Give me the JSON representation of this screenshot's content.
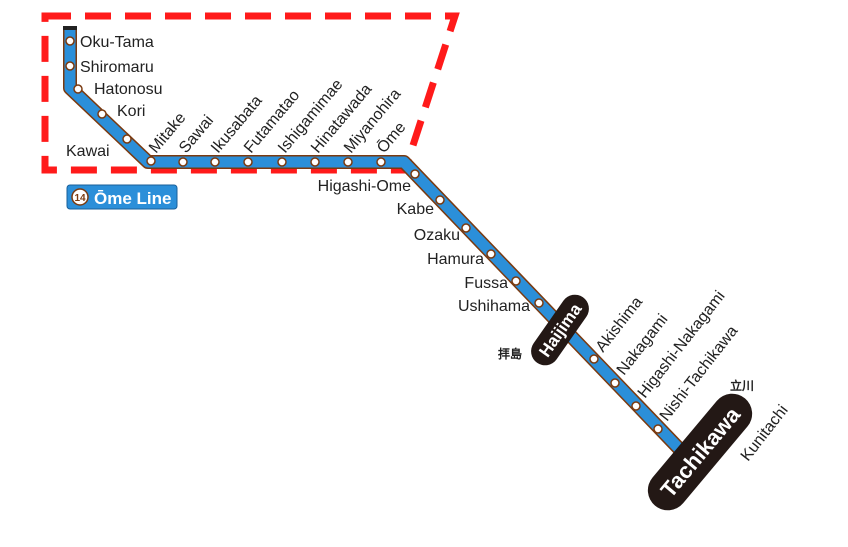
{
  "line": {
    "badge_number": "14",
    "name": "Ōme Line",
    "color": "#2b8fd9",
    "outline": "#7a3a10",
    "highlight_color": "#ff1a1a"
  },
  "stations": [
    "Oku-Tama",
    "Shiromaru",
    "Hatonosu",
    "Kori",
    "Kawai",
    "Mitake",
    "Sawai",
    "Ikusabata",
    "Futamatao",
    "Ishigamimae",
    "Hinatawada",
    "Miyanohira",
    "Ōme",
    "Higashi-Ome",
    "Kabe",
    "Ozaku",
    "Hamura",
    "Fussa",
    "Ushihama",
    "Haijima",
    "Akishima",
    "Nakagami",
    "Higashi-Nakagami",
    "Nishi-Tachikawa",
    "Tachikawa"
  ],
  "major_stations": {
    "haijima": {
      "name": "Haijima",
      "kanji": "拝島"
    },
    "tachikawa": {
      "name": "Tachikawa",
      "kanji": "立川"
    }
  },
  "connecting": {
    "kunitachi": "Kunitachi"
  }
}
